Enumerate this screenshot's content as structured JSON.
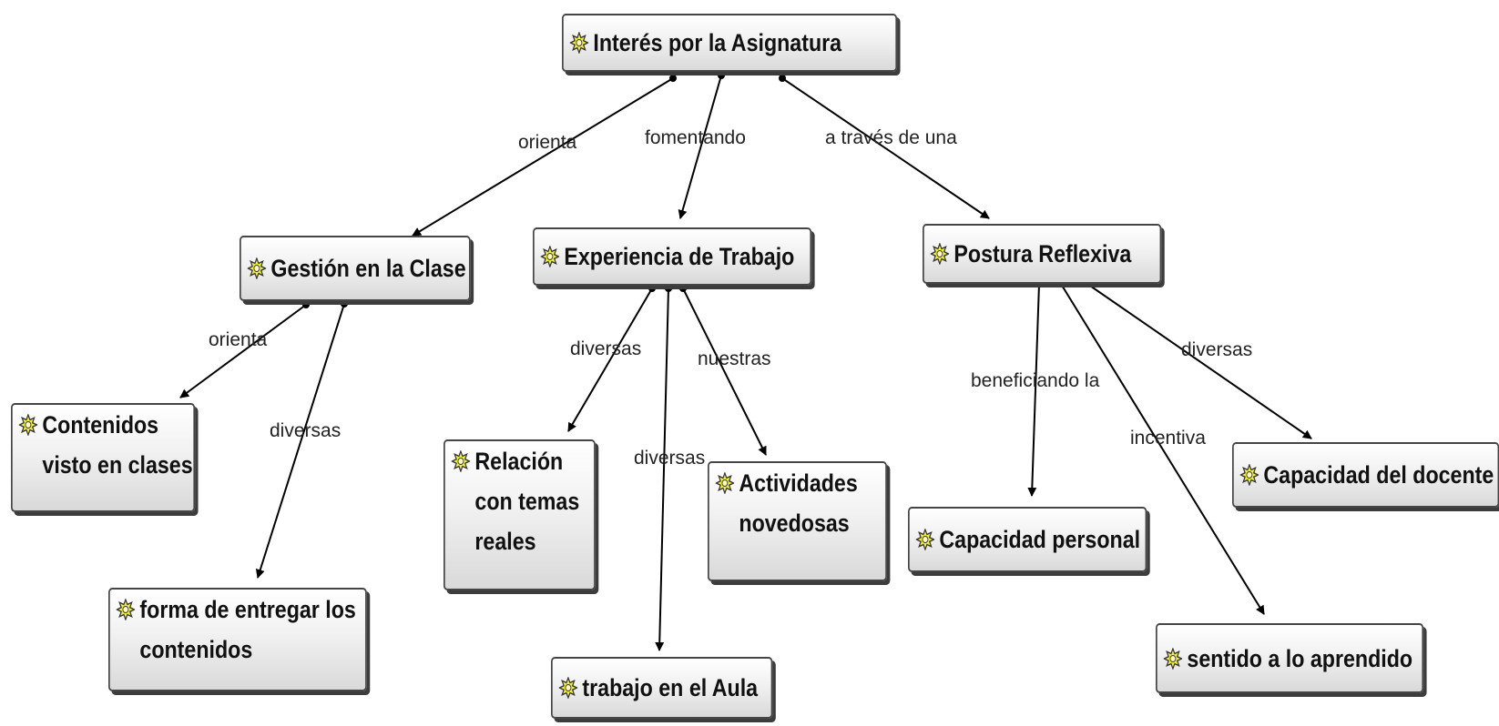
{
  "concept_map": {
    "root": "Interés por la Asignatura",
    "nodes": [
      {
        "id": "interes",
        "text": "Interés por la Asignatura"
      },
      {
        "id": "gestion",
        "text": "Gestión en la Clase"
      },
      {
        "id": "experiencia",
        "text": "Experiencia de Trabajo"
      },
      {
        "id": "postura",
        "text": "Postura Reflexiva"
      },
      {
        "id": "contenidos",
        "text": "Contenidos\nvisto en clases"
      },
      {
        "id": "forma",
        "text": "forma de entregar los\ncontenidos"
      },
      {
        "id": "relacion",
        "text": "Relación\ncon temas\nreales"
      },
      {
        "id": "trabajo",
        "text": "trabajo en el Aula"
      },
      {
        "id": "actividades",
        "text": "Actividades\nnovedosas"
      },
      {
        "id": "cap_personal",
        "text": "Capacidad personal"
      },
      {
        "id": "sentido",
        "text": "sentido a lo aprendido"
      },
      {
        "id": "cap_docente",
        "text": "Capacidad del docente"
      }
    ],
    "links": [
      {
        "from": "interes",
        "to": "gestion",
        "label": "orienta"
      },
      {
        "from": "interes",
        "to": "experiencia",
        "label": "fomentando"
      },
      {
        "from": "interes",
        "to": "postura",
        "label": "a través de una"
      },
      {
        "from": "gestion",
        "to": "contenidos",
        "label": "orienta"
      },
      {
        "from": "gestion",
        "to": "forma",
        "label": "diversas"
      },
      {
        "from": "experiencia",
        "to": "relacion",
        "label": "diversas"
      },
      {
        "from": "experiencia",
        "to": "trabajo",
        "label": "diversas"
      },
      {
        "from": "experiencia",
        "to": "actividades",
        "label": "nuestras"
      },
      {
        "from": "postura",
        "to": "cap_personal",
        "label": "beneficiando la"
      },
      {
        "from": "postura",
        "to": "sentido",
        "label": "incentiva"
      },
      {
        "from": "postura",
        "to": "cap_docente",
        "label": "diversas"
      }
    ],
    "node_icon": "concept-icon",
    "colors": {
      "node_fill": "#e6e6e6",
      "node_border": "#454545",
      "icon": "#f2ef3a",
      "line": "#000000"
    }
  }
}
